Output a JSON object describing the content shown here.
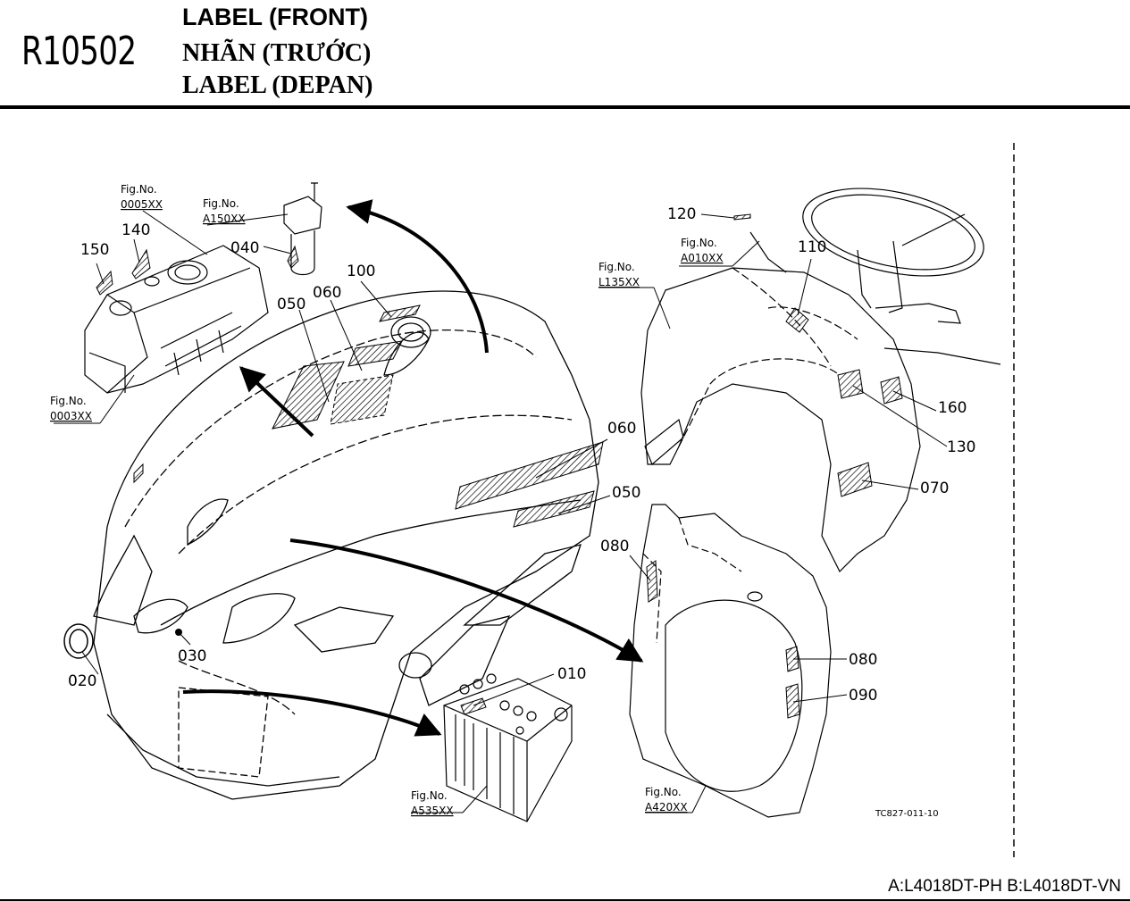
{
  "header": {
    "code": "R10502",
    "title_en": "LABEL (FRONT)",
    "title_vi": "NHÃN (TRƯỚC)",
    "title_ms": "LABEL (DEPAN)"
  },
  "footer": {
    "models": "A:L4018DT-PH B:L4018DT-VN"
  },
  "drawing_id": "TC827-011-10",
  "callouts": {
    "c010": "010",
    "c020": "020",
    "c030": "030",
    "c040": "040",
    "c050a": "050",
    "c050b": "050",
    "c060a": "060",
    "c060b": "060",
    "c070": "070",
    "c080a": "080",
    "c080b": "080",
    "c090": "090",
    "c100": "100",
    "c110": "110",
    "c120": "120",
    "c130": "130",
    "c140": "140",
    "c150": "150",
    "c160": "160"
  },
  "figrefs": {
    "f0005": {
      "label": "Fig.No.",
      "no": "0005XX"
    },
    "fA150": {
      "label": "Fig.No.",
      "no": "A150XX"
    },
    "f0003": {
      "label": "Fig.No.",
      "no": "0003XX"
    },
    "fA010": {
      "label": "Fig.No.",
      "no": "A010XX"
    },
    "fL135": {
      "label": "Fig.No.",
      "no": "L135XX"
    },
    "fA535": {
      "label": "Fig.No.",
      "no": "A535XX"
    },
    "fA420": {
      "label": "Fig.No.",
      "no": "A420XX"
    }
  }
}
